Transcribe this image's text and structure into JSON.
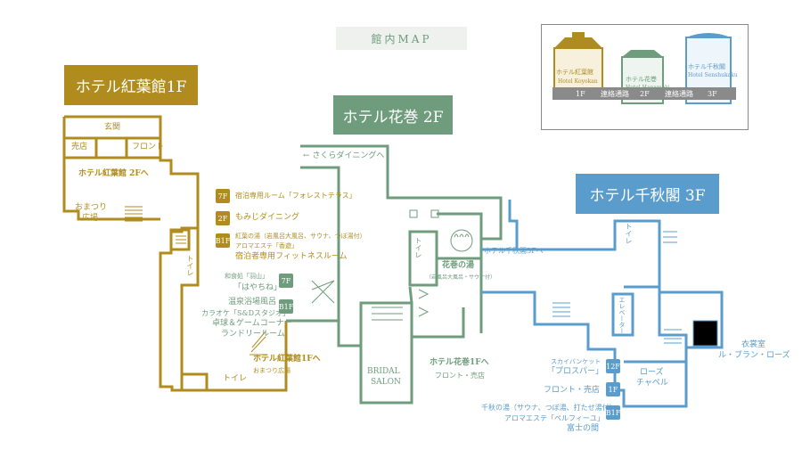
{
  "colors": {
    "gold": "#b08c1e",
    "green": "#6f9c7c",
    "blue": "#5a9ccc",
    "grey": "#888888"
  },
  "map_title": "館内MAP",
  "sections": {
    "koyokan": {
      "title": "ホテル紅葉館1F"
    },
    "hanamaki": {
      "title": "ホテル花巻 2F"
    },
    "senshukaku": {
      "title": "ホテル千秋閣 3F"
    }
  },
  "legend": {
    "koyokan": "ホテル紅葉館",
    "koyokan_en": "Hotel Koyokan",
    "hanamaki": "ホテル花巻",
    "hanamaki_en": "Hotel Hanamaki",
    "senshukaku": "ホテル千秋閣",
    "senshukaku_en": "Hotel Senshukaku",
    "floor_1": "1F",
    "passage_1": "連絡通路",
    "floor_2": "2F",
    "passage_2": "連絡通路",
    "floor_3": "3F"
  },
  "koyokan": {
    "entrance": "玄関",
    "shop": "売店",
    "front": "フロント",
    "to_2f": "ホテル紅葉館 2Fへ",
    "omatsuri_1": "おまつり",
    "omatsuri_2": "広場",
    "toilet_1": "トイレ",
    "toilet_2": "トイレ",
    "to_1f": "ホテル紅葉館1Fへ",
    "to_1f_sub": "おまつり広場",
    "floors": [
      {
        "badge": "7F",
        "lines": [
          "宿泊専用ルーム「フォレストテラス」"
        ]
      },
      {
        "badge": "2F",
        "lines": [
          "もみじダイニング"
        ]
      },
      {
        "badge": "B1F",
        "lines": [
          "紅葉の湯（岩風呂大風呂、サウナ、つぼ湯付）",
          "アロマエステ「香遊」",
          "宿泊者専用フィットネスルーム"
        ]
      }
    ]
  },
  "hanamaki": {
    "to_dining": "← さくらダイニングへ",
    "toilet": "トイレ",
    "bath": "花巻の湯",
    "bath_sub": "（岩風呂大風呂・サウナ付）",
    "salon_1": "BRIDAL",
    "salon_2": "SALON",
    "to_1f": "ホテル花巻1Fへ",
    "to_1f_sub": "フロント・売店",
    "floors": [
      {
        "badge": "7F",
        "lines": [
          "和食処「羽山」",
          "「はやちね」"
        ]
      },
      {
        "badge": "B1F",
        "lines": [
          "温泉浴場風呂",
          "カラオケ「S&Dスタジオ」",
          "卓球＆ゲームコーナー",
          "ランドリールーム"
        ]
      }
    ]
  },
  "senshukaku": {
    "to_3f": "ホテル千秋閣3Fへ",
    "toilet": "トイレ",
    "elevator": "エレベーター",
    "costume_1": "衣裳室",
    "costume_2": "ル・ブラン・ローズ",
    "chapel_1": "ローズ",
    "chapel_2": "チャペル",
    "floors": [
      {
        "badge": "12F",
        "lines": [
          "スカイバンケット",
          "「プロスパー」"
        ]
      },
      {
        "badge": "1F",
        "lines": [
          "フロント・売店"
        ]
      },
      {
        "badge": "B1F",
        "lines": [
          "千秋の湯（サウナ、つぼ湯、打たせ湯付）",
          "アロマエステ「ペルフィーユ」",
          "富士の間"
        ]
      }
    ]
  }
}
